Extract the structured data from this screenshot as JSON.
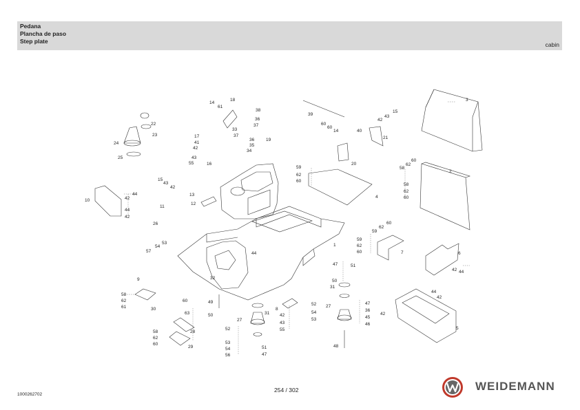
{
  "header": {
    "titles": [
      "Pedana",
      "Plancha de paso",
      "Step plate"
    ],
    "section": "cabin"
  },
  "footer": {
    "doc_number": "1000262702",
    "page": "254 / 302"
  },
  "brand": {
    "name": "WEIDEMANN",
    "color": "#c0392b"
  },
  "callouts": {
    "c1": "1",
    "c2": "2",
    "c3": "3",
    "c4": "4",
    "c5": "5",
    "c6": "6",
    "c7": "7",
    "c8": "8",
    "c9": "9",
    "c10": "10",
    "c11": "11",
    "c12": "12",
    "c13": "13",
    "c14a": "14",
    "c14b": "14",
    "c15a": "15",
    "c15b": "15",
    "c16": "16",
    "c17": "17",
    "c18": "18",
    "c19": "19",
    "c20": "20",
    "c21": "21",
    "c22": "22",
    "c23": "23",
    "c24": "24",
    "c25": "25",
    "c26": "26",
    "c27a": "27",
    "c27b": "27",
    "c28": "28",
    "c29": "29",
    "c30": "30",
    "c31a": "31",
    "c31b": "31",
    "c32": "32",
    "c33": "33",
    "c34": "34",
    "c35": "35",
    "c36a": "36",
    "c36b": "36",
    "c36c": "36",
    "c37a": "37",
    "c37b": "37",
    "c38": "38",
    "c39": "39",
    "c40": "40",
    "c41": "41",
    "c42a": "42",
    "c42b": "42",
    "c42c": "42",
    "c42d": "42",
    "c42e": "42",
    "c42f": "42",
    "c42g": "42",
    "c42h": "42",
    "c42i": "42",
    "c43a": "43",
    "c43b": "43",
    "c43c": "43",
    "c43d": "43",
    "c44a": "44",
    "c44b": "44",
    "c44c": "44",
    "c44d": "44",
    "c44e": "44",
    "c45": "45",
    "c46": "46",
    "c47a": "47",
    "c47b": "47",
    "c47c": "47",
    "c48": "48",
    "c49": "49",
    "c50a": "50",
    "c50b": "50",
    "c51a": "51",
    "c51b": "51",
    "c52a": "52",
    "c52b": "52",
    "c53a": "53",
    "c53b": "53",
    "c53c": "53",
    "c54a": "54",
    "c54b": "54",
    "c54c": "54",
    "c55a": "55",
    "c55b": "55",
    "c56": "56",
    "c57": "57",
    "c58a": "58",
    "c58b": "58",
    "c58c": "58",
    "c58d": "58",
    "c59a": "59",
    "c59b": "59",
    "c59c": "59",
    "c60a": "60",
    "c60b": "60",
    "c60c": "60",
    "c60d": "60",
    "c60e": "60",
    "c60f": "60",
    "c60g": "60",
    "c60h": "60",
    "c60i": "60",
    "c61a": "61",
    "c61b": "61",
    "c62a": "62",
    "c62b": "62",
    "c62c": "62",
    "c62d": "62",
    "c62e": "62",
    "c62f": "62",
    "c62g": "62",
    "c63": "63"
  }
}
